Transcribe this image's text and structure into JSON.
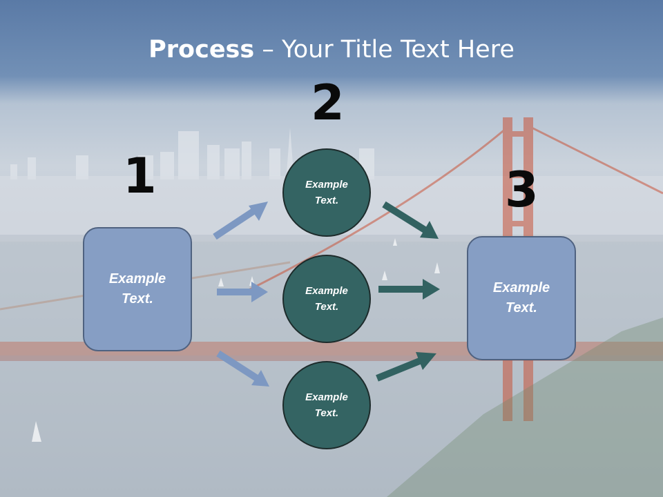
{
  "slide": {
    "title_bold": "Process",
    "title_rest": " – Your Title Text Here",
    "step_numbers": [
      "1",
      "2",
      "3"
    ],
    "boxes": [
      {
        "label": "Example\nText."
      },
      {
        "label": "Example\nText."
      }
    ],
    "circles": [
      {
        "label": "Example\nText."
      },
      {
        "label": "Example\nText."
      },
      {
        "label": "Example\nText."
      }
    ]
  },
  "colors": {
    "box_fill": "#869ec4",
    "box_border": "#4f6280",
    "circle_fill": "#346463",
    "circle_border": "#1d2b2b",
    "arrow_light": "#7d98c2",
    "arrow_dark": "#326261",
    "title_text": "#ffffff",
    "number_text": "#0a0a0a"
  }
}
